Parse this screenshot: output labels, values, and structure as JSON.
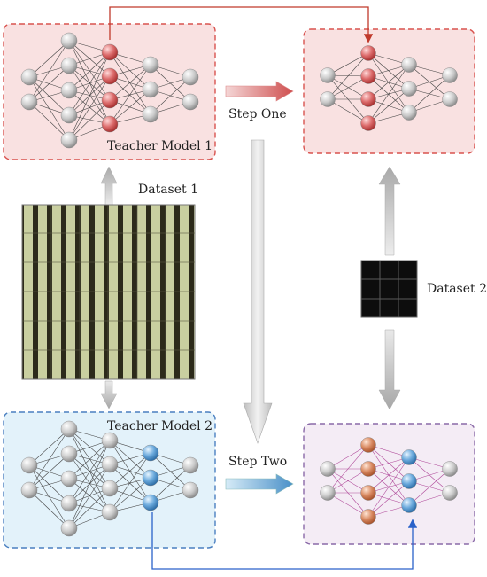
{
  "labels": {
    "teacher1": "Teacher Model 1",
    "teacher2": "Teacher Model 2",
    "dataset1": "Dataset 1",
    "dataset2": "Dataset 2",
    "step1": "Step One",
    "step2": "Step Two"
  },
  "colors": {
    "red_box_fill": "#f9e1e1",
    "red_box_border": "#d9534f",
    "blue_box_fill": "#e3f2fa",
    "blue_box_border": "#4a7fc0",
    "purple_box_fill": "#f4ecf5",
    "purple_box_border": "#8a6aa8",
    "red_node": "#d65a5a",
    "blue_node": "#5a9fd6",
    "orange_node": "#d9845a",
    "gray_node": "#c8c8c8",
    "red_arrow": "#c0392b",
    "blue_arrow": "#2a62c9"
  }
}
